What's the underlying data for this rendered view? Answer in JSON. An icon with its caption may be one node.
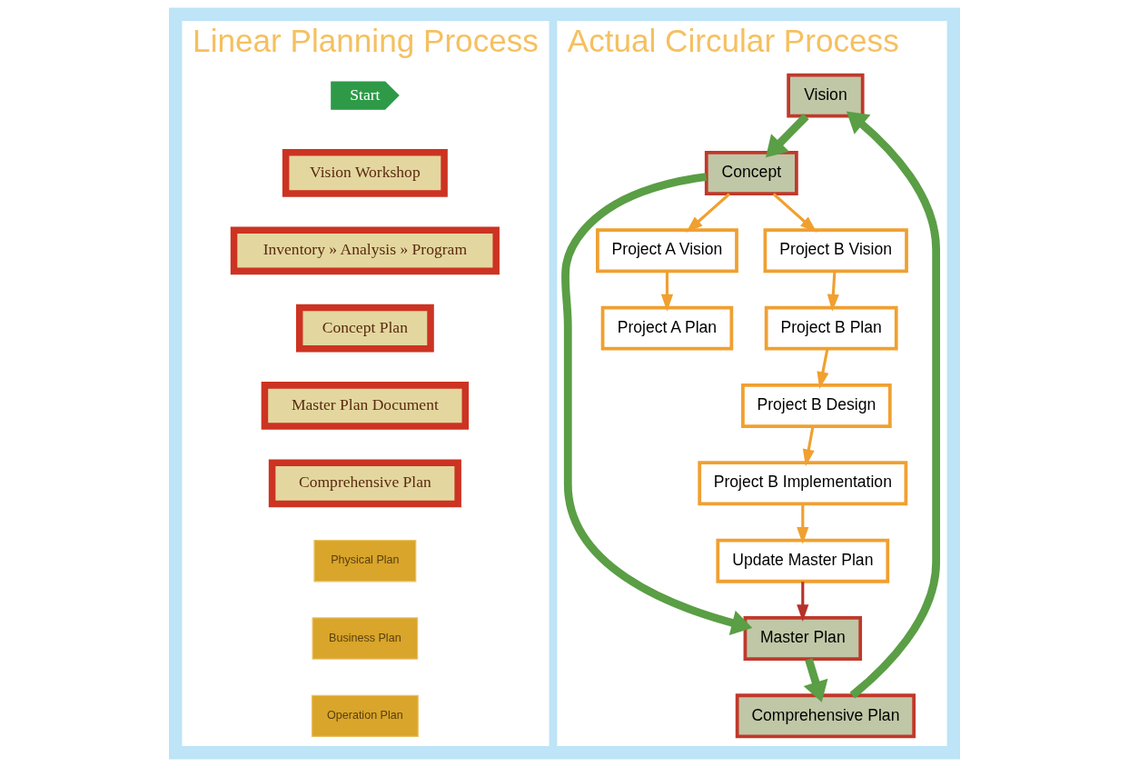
{
  "diagram": {
    "nodes": [
      {
        "text": [
          "Linear Planning Process"
        ]
      },
      {
        "text": [
          "Start"
        ],
        "in": 0
      },
      {
        "text": [
          "Vision Workshop"
        ],
        "in": 0
      },
      {
        "text": [
          "Inventory » Analysis » Program"
        ],
        "in": 0
      },
      {
        "text": [
          "Concept Plan"
        ],
        "in": 0
      },
      {
        "text": [
          "Master Plan Document"
        ],
        "in": 0
      },
      {
        "text": [
          "Comprehensive Plan"
        ],
        "in": 0
      },
      {
        "text": [
          "Physical Plan"
        ],
        "in": 0
      },
      {
        "text": [
          "Business Plan"
        ],
        "in": 0
      },
      {
        "text": [
          "Operation Plan"
        ],
        "in": 0
      },
      {
        "text": [
          "Actual Circular Process"
        ]
      },
      {
        "text": [
          "Vision"
        ],
        "in": 10
      },
      {
        "text": [
          "Comprehensive Plan"
        ],
        "in": 10
      },
      {
        "text": [
          "Concept"
        ],
        "in": 10
      },
      {
        "text": [
          "Master Plan"
        ],
        "in": 10
      },
      {
        "text": [
          "Project A Vision"
        ],
        "in": 10
      },
      {
        "text": [
          "Project A Plan"
        ],
        "in": 10
      },
      {
        "text": [
          "Project B Vision"
        ],
        "in": 10
      },
      {
        "text": [
          "Project B Plan"
        ],
        "in": 10
      },
      {
        "text": [
          "Project B Design"
        ],
        "in": 10
      },
      {
        "text": [
          "Project B Implementation"
        ],
        "in": 10
      },
      {
        "text": [
          "Update Master Plan"
        ],
        "in": 10
      }
    ],
    "edges": [
      {
        "from": 12,
        "to": 11,
        "arrow": "to",
        "style": "thick",
        "color": "#5a9e45"
      },
      {
        "from": 11,
        "to": 13,
        "arrow": "to",
        "style": "thick",
        "color": "#5a9e45"
      },
      {
        "from": 13,
        "to": 14,
        "arrow": "to",
        "style": "thick",
        "color": "#5a9e45"
      },
      {
        "from": 14,
        "to": 12,
        "arrow": "to",
        "style": "thick",
        "color": "#5a9e45"
      },
      {
        "from": 13,
        "to": 15,
        "arrow": "to"
      },
      {
        "from": 15,
        "to": 16,
        "arrow": "to"
      },
      {
        "from": 13,
        "to": 17,
        "arrow": "to"
      },
      {
        "from": 17,
        "to": 18,
        "arrow": "to"
      },
      {
        "from": 18,
        "to": 19,
        "arrow": "to"
      },
      {
        "from": 19,
        "to": 20,
        "arrow": "to"
      },
      {
        "from": 20,
        "to": 21,
        "arrow": "to"
      },
      {
        "from": 21,
        "to": 14,
        "arrow": "to",
        "color": "#b5322a"
      }
    ]
  }
}
